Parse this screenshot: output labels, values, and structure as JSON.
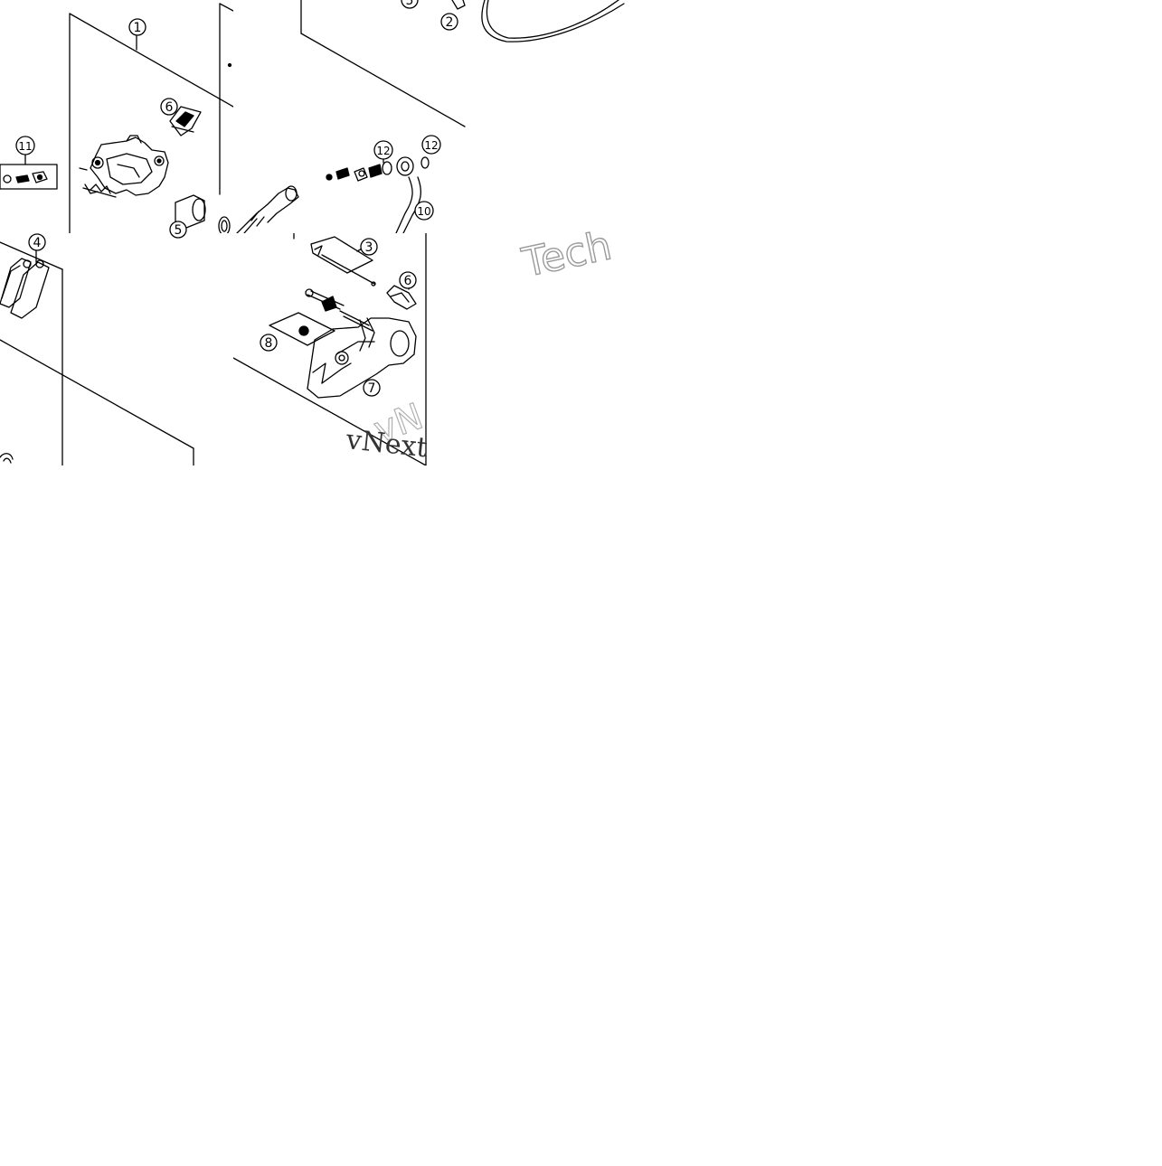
{
  "diagram": {
    "callouts": {
      "c1": "1",
      "c2": "2",
      "c3": "3",
      "c4": "4",
      "c5a": "5",
      "c5b": "5",
      "c6a": "6",
      "c6b": "6",
      "c7": "7",
      "c8": "8",
      "c10": "10",
      "c11": "11",
      "c12a": "12",
      "c12b": "12"
    },
    "watermarks": {
      "tech": "Tech",
      "vnext": "vNext",
      "vn": "vN"
    }
  }
}
